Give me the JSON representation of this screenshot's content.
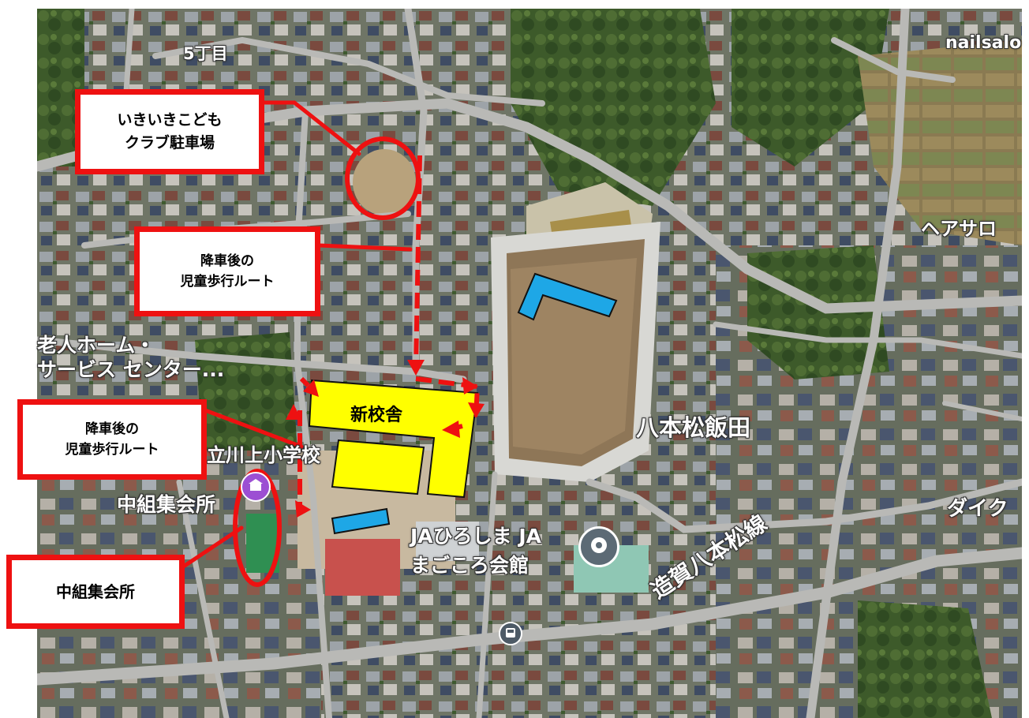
{
  "map_labels": {
    "district_5chome": "5丁目",
    "nailsalon": "nailsalo",
    "hair_salon": "ヘアサロ",
    "elderly_home_line1": "老人ホーム・",
    "elderly_home_line2": "サービス センター...",
    "hachihonmatsu_iida": "八本松飯田",
    "school": "立川上小学校",
    "nakagumi_hall": "中組集会所",
    "ja_hall_line1": "JAひろしま JA",
    "ja_hall_line2": "まごころ会館",
    "daiku": "ダイク",
    "road_name": "造賀八本松線"
  },
  "callouts": {
    "parking": {
      "line1": "いきいきこども",
      "line2": "クラブ駐車場"
    },
    "route_north": {
      "line1": "降車後の",
      "line2": "児童歩行ルート"
    },
    "route_south": {
      "line1": "降車後の",
      "line2": "児童歩行ルート"
    },
    "nakagumi": {
      "label": "中組集会所"
    }
  },
  "buildings": {
    "new_building": "新校舎"
  },
  "icons": {
    "nakagumi_pin": "purple-place-pin-icon",
    "ja_pin": "location-pin-icon",
    "bus_stop": "bus-stop-icon"
  },
  "colors": {
    "annotation_red": "#ee1111",
    "building_yellow": "#ffff00",
    "marker_blue": "#1ea7e6"
  }
}
